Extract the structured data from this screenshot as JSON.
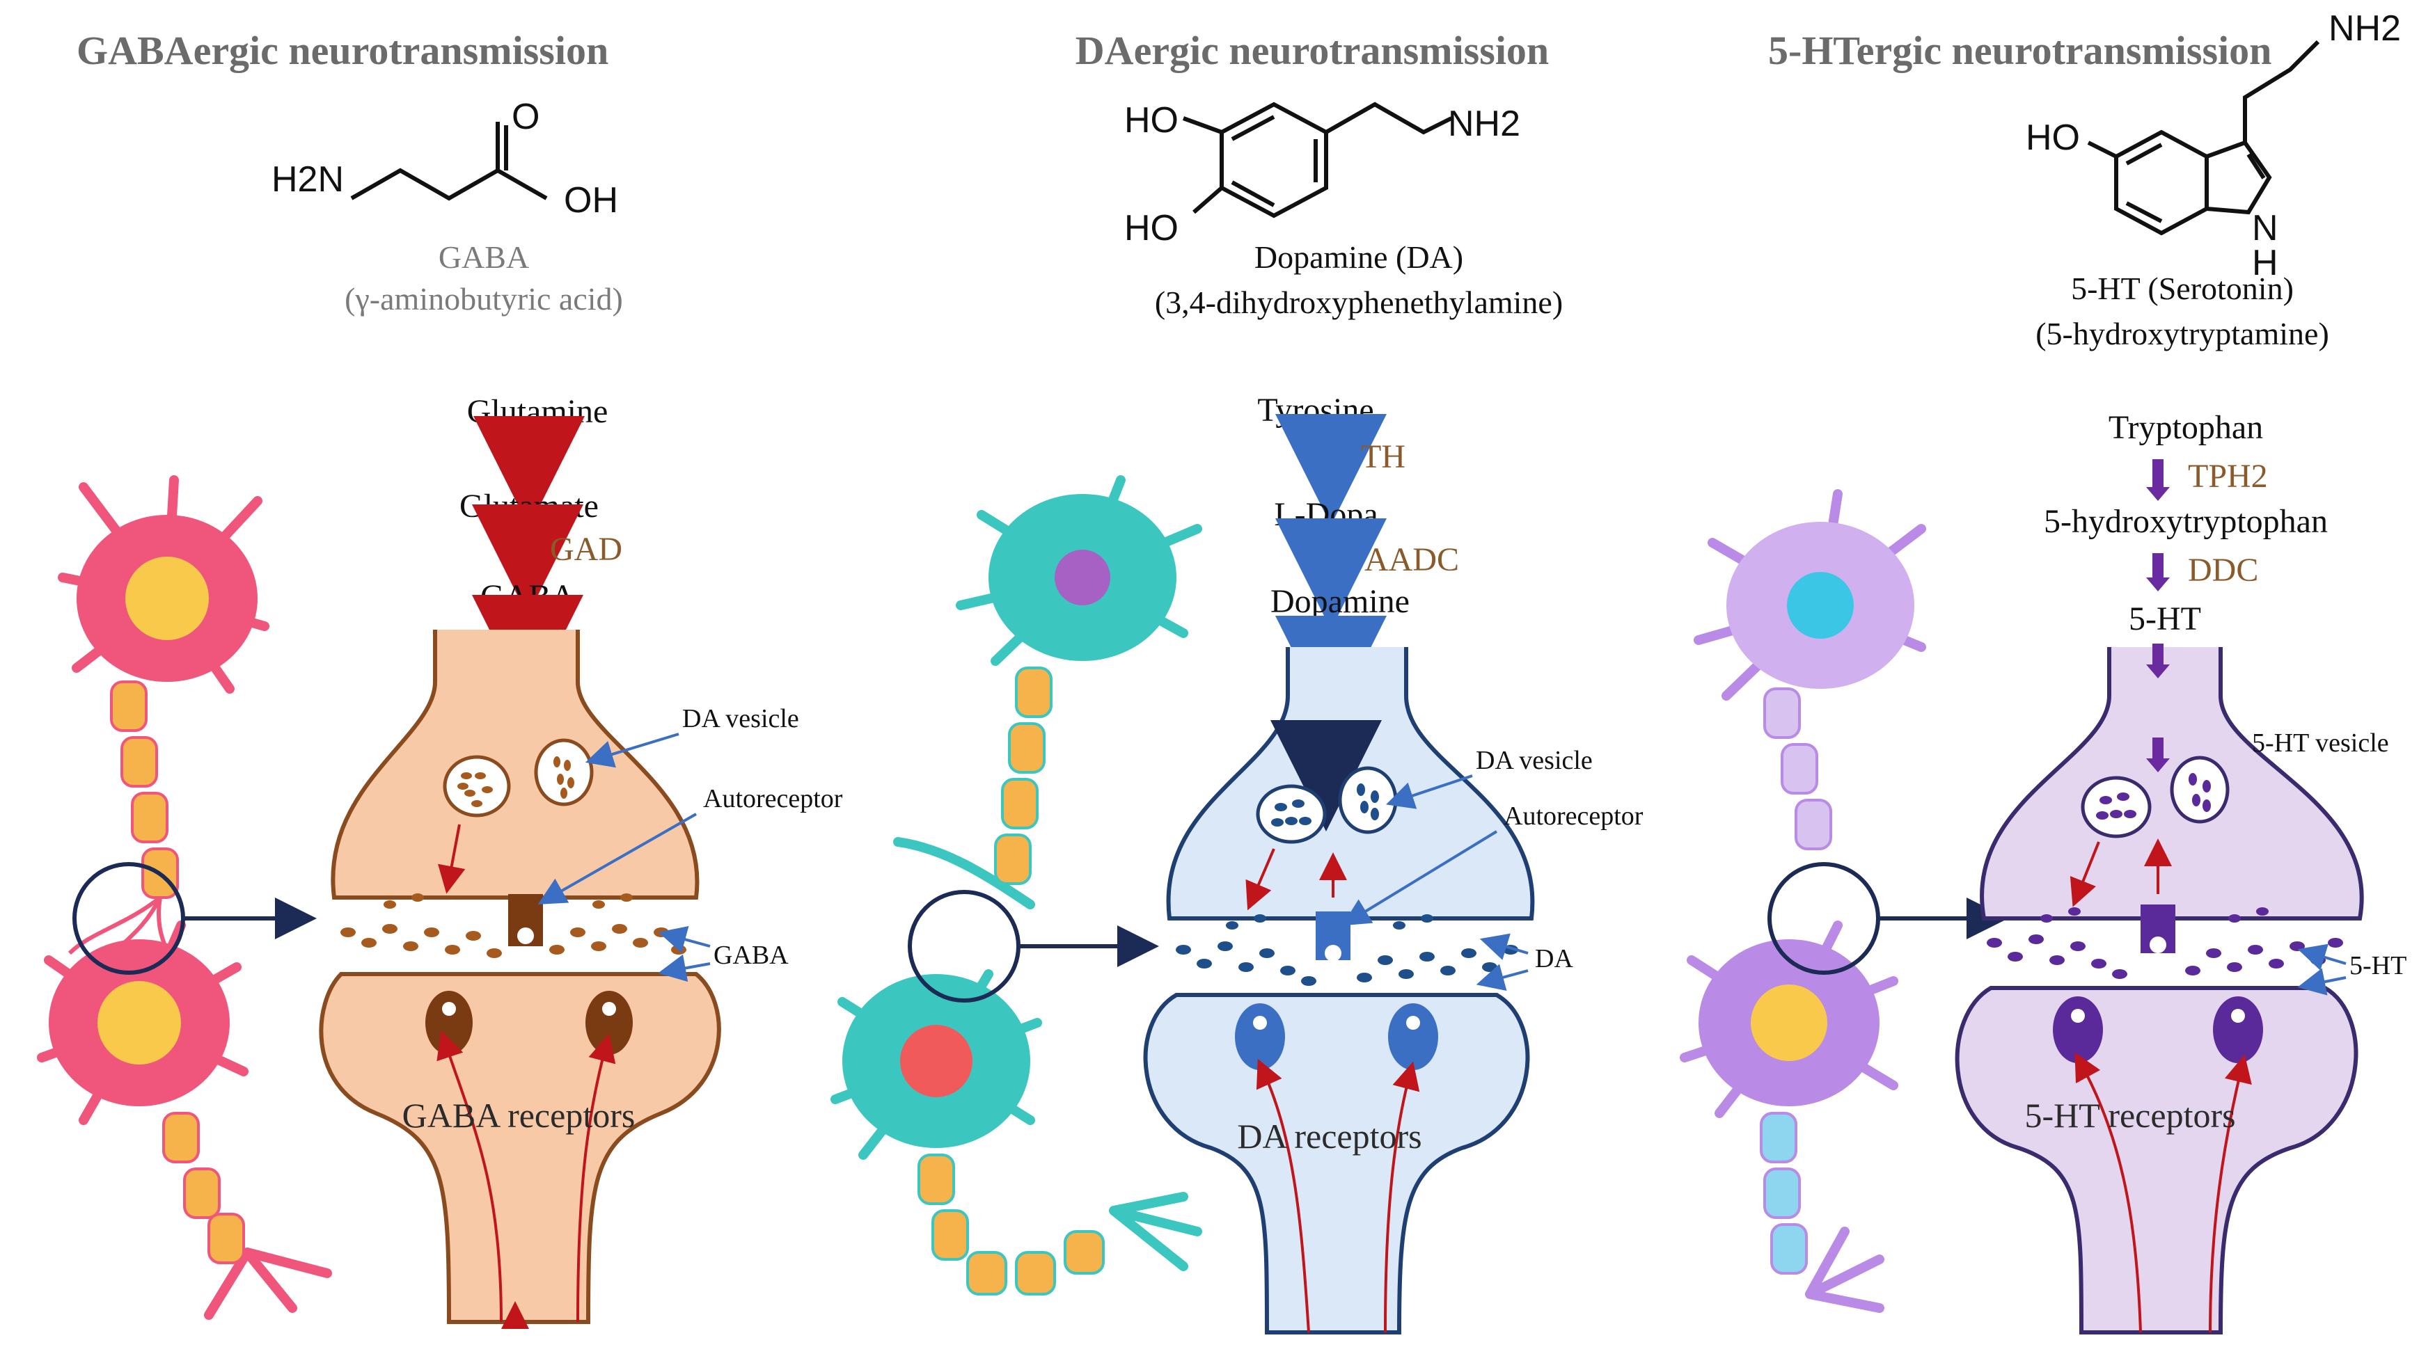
{
  "panels": [
    {
      "title": "GABAergic neurotransmission",
      "molecule": {
        "formula_labels": [
          "H2N",
          "O",
          "OH"
        ],
        "name": "GABA",
        "full_name": "(γ-aminobutyric acid)"
      },
      "pathway": [
        "Glutamine",
        "Glutamate",
        "GABA"
      ],
      "enzymes": [
        "GAD"
      ],
      "labels": {
        "vesicle": "DA vesicle",
        "autoreceptor": "Autoreceptor",
        "transmitter": "GABA",
        "receptors": "GABA receptors"
      },
      "colors": {
        "terminal": "#f8c9a6",
        "stroke": "#8a4b1e",
        "dots": "#a65a1e",
        "arrow": "#b01c1c",
        "neuron": "#f0567c"
      }
    },
    {
      "title": "DAergic neurotransmission",
      "molecule": {
        "formula_labels": [
          "HO",
          "HO",
          "NH2"
        ],
        "name": "Dopamine (DA)",
        "full_name": "(3,4-dihydroxyphenethylamine)"
      },
      "pathway": [
        "Tyrosine",
        "L-Dopa",
        "Dopamine"
      ],
      "enzymes": [
        "TH",
        "AADC"
      ],
      "labels": {
        "vesicle": "DA vesicle",
        "autoreceptor": "Autoreceptor",
        "transmitter": "DA",
        "receptors": "DA receptors"
      },
      "colors": {
        "terminal": "#dbe8f7",
        "stroke": "#1f3f73",
        "dots": "#1f4f8a",
        "arrow": "#3a6fc4",
        "neuron": "#3cc6c0"
      }
    },
    {
      "title": "5-HTergic neurotransmission",
      "molecule": {
        "formula_labels": [
          "NH2",
          "HO",
          "N",
          "H"
        ],
        "name": "5-HT (Serotonin)",
        "full_name": "(5-hydroxytryptamine)"
      },
      "pathway": [
        "Tryptophan",
        "5-hydroxytryptophan",
        "5-HT"
      ],
      "enzymes": [
        "TPH2",
        "DDC"
      ],
      "labels": {
        "vesicle": "5-HT vesicle",
        "autoreceptor": "",
        "transmitter": "5-HT",
        "receptors": "5-HT receptors"
      },
      "colors": {
        "terminal": "#e4d6ee",
        "stroke": "#3a2a6e",
        "dots": "#5a2a9a",
        "arrow": "#6a2aa0",
        "neuron": "#b98ae6"
      }
    }
  ]
}
